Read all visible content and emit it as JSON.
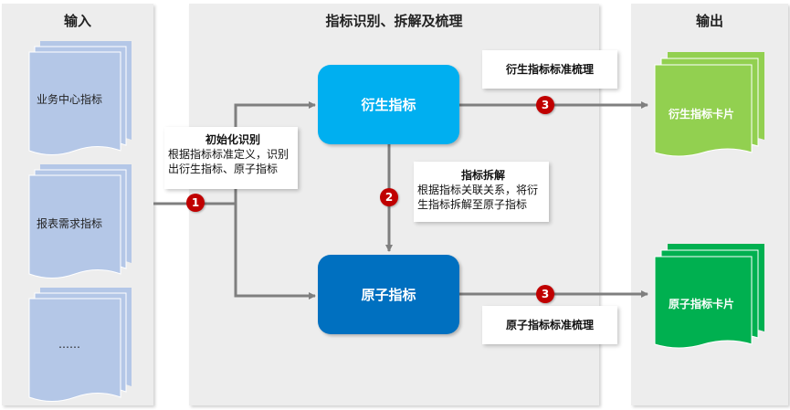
{
  "sections": {
    "input_title": "输入",
    "process_title": "指标识别、拆解及梳理",
    "output_title": "输出"
  },
  "inputs": [
    {
      "label": "业务中心指标"
    },
    {
      "label": "报表需求指标"
    },
    {
      "label": "……"
    }
  ],
  "boxes": {
    "derived": "衍生指标",
    "atomic": "原子指标"
  },
  "notes": {
    "init_title": "初始化识别",
    "init_line1": "根据指标标准定义，识别",
    "init_line2": "出衍生指标、原子指标",
    "split_title": "指标拆解",
    "split_line1": "根据指标关联关系，将衍",
    "split_line2": "生指标拆解至原子指标",
    "std_derived": "衍生指标标准梳理",
    "std_atomic": "原子指标标准梳理"
  },
  "steps": {
    "step1": "1",
    "step2": "2",
    "step3a": "3",
    "step3b": "3"
  },
  "outputs": {
    "derived_card": "衍生指标卡片",
    "atomic_card": "原子指标卡片"
  },
  "colors": {
    "panel_bg": "#ededed",
    "input_doc": "#b4c7e7",
    "derived_box": "#00aff0",
    "atomic_box": "#0070c0",
    "derived_card": "#92d050",
    "atomic_card": "#00b050",
    "step_badge": "#c00000",
    "connector": "#7f7f7f"
  }
}
